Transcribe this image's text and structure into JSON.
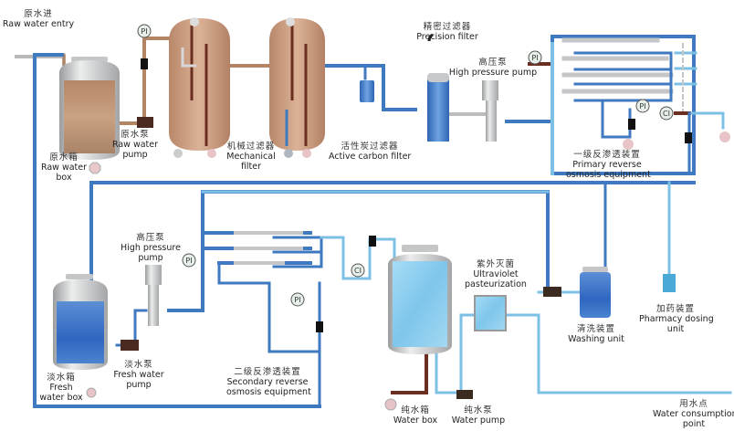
{
  "title": "Two-stage reverse osmosis water treatment process flow diagram",
  "colors": {
    "raw_pipe": "#b38564",
    "raw_pipe_dark": "#6b2f22",
    "pure_pipe": "#3f79c0",
    "light_pipe": "#7cc0e6",
    "filter_body": "#c99b7f",
    "tank_blue": "#3d74c8",
    "tank_light": "#8fd0f0",
    "steel": "#c4c6c8",
    "gauge": "#e6f0e8"
  },
  "labels": {
    "raw_water_entry": {
      "zh": "原水进",
      "en": "Raw water entry"
    },
    "raw_water_box": {
      "zh": "原水箱",
      "en1": "Raw water",
      "en2": "box"
    },
    "raw_water_pump": {
      "zh": "原水泵",
      "en1": "Raw water",
      "en2": "pump"
    },
    "mechanical_filter": {
      "zh": "机械过滤器",
      "en1": "Mechanical",
      "en2": "filter"
    },
    "active_carbon_filter": {
      "zh": "活性炭过滤器",
      "en": "Active carbon filter"
    },
    "precision_filter": {
      "zh": "精密过滤器",
      "en": "Precision filter"
    },
    "high_pressure_pump_1": {
      "zh": "高压泵",
      "en": "High pressure pump"
    },
    "primary_ro": {
      "zh": "一级反渗透装置",
      "en1": "Primary reverse",
      "en2": "osmosis equipment"
    },
    "high_pressure_pump_2": {
      "zh": "高压泵",
      "en1": "High pressure",
      "en2": "pump"
    },
    "fresh_water_box": {
      "zh": "淡水箱",
      "en1": "Fresh",
      "en2": "water box"
    },
    "fresh_water_pump": {
      "zh": "淡水泵",
      "en1": "Fresh water",
      "en2": "pump"
    },
    "secondary_ro": {
      "zh": "二级反渗透装置",
      "en1": "Secondary reverse",
      "en2": "osmosis equipment"
    },
    "uv": {
      "zh": "紫外灭菌",
      "en1": "Ultraviolet",
      "en2": "pasteurization"
    },
    "water_box": {
      "zh": "纯水箱",
      "en": "Water box"
    },
    "water_pump": {
      "zh": "纯水泵",
      "en": "Water pump"
    },
    "washing_unit": {
      "zh": "清洗装置",
      "en": "Washing unit"
    },
    "pharmacy_dosing": {
      "zh": "加药装置",
      "en1": "Pharmacy dosing",
      "en2": "unit"
    },
    "water_consumption": {
      "zh": "用水点",
      "en1": "Water consumption",
      "en2": "point"
    }
  },
  "instruments": {
    "pressure_gauge": "PI",
    "conductivity_meter": "CI"
  }
}
